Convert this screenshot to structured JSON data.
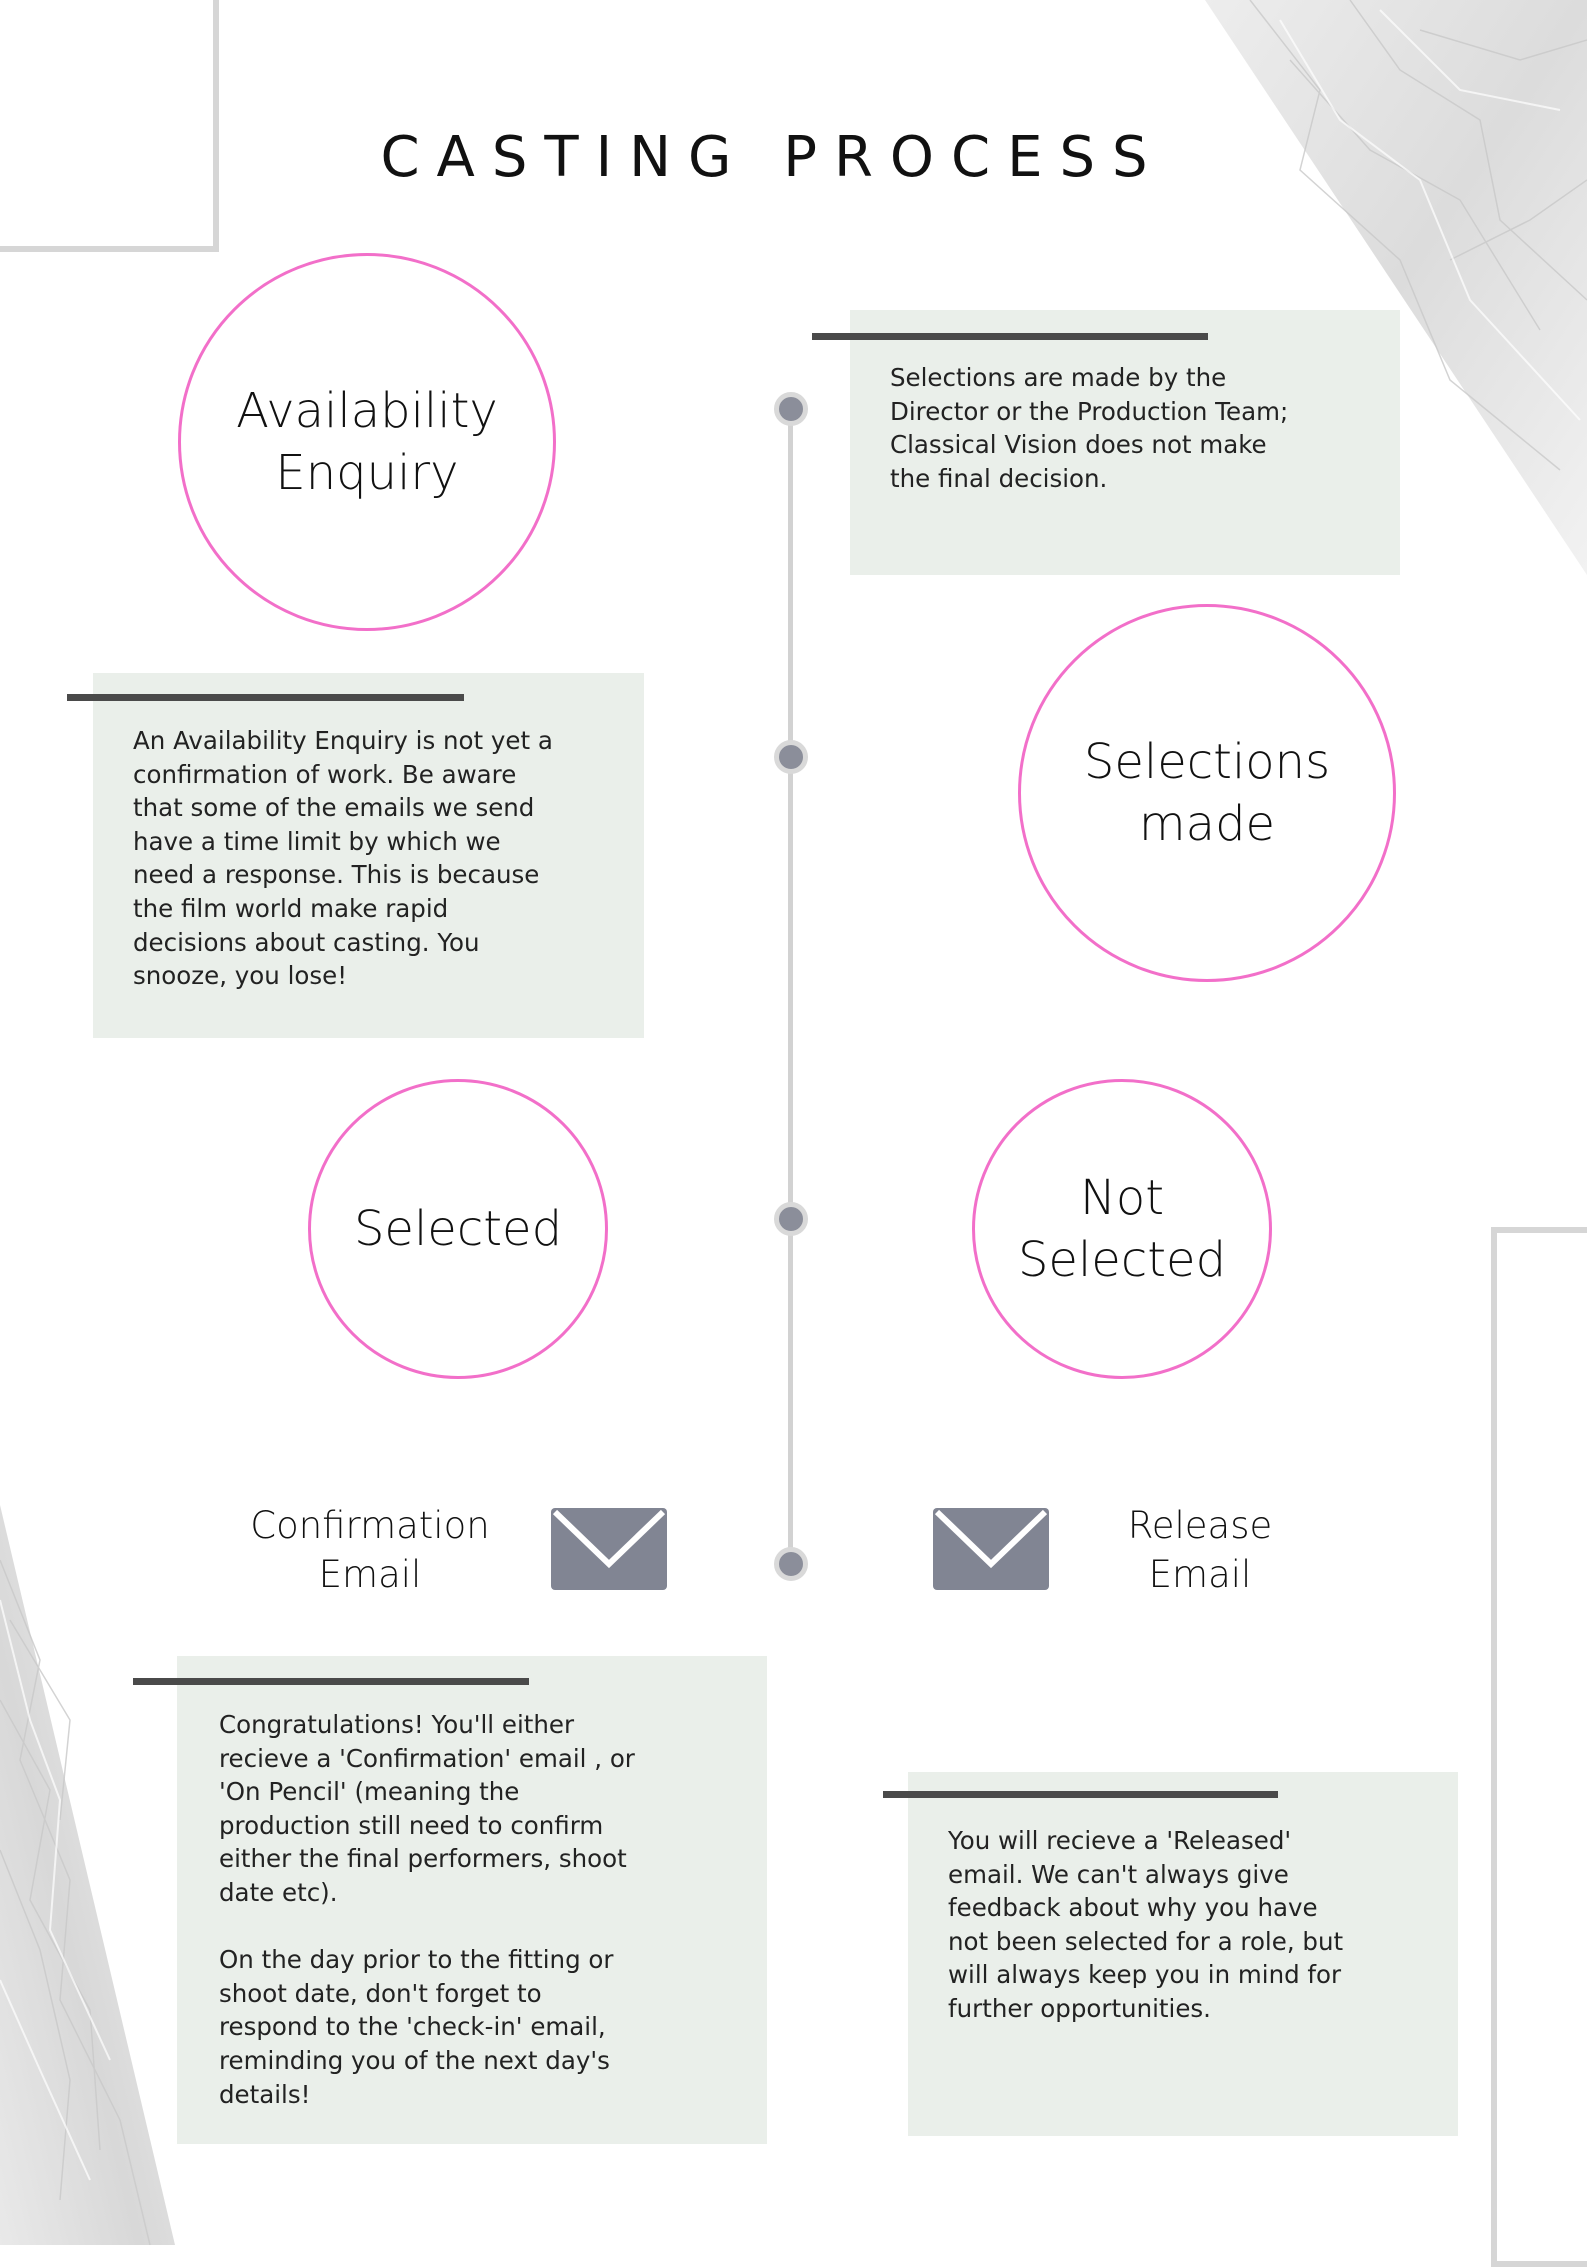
{
  "title": "CASTING PROCESS",
  "circles": {
    "availability": "Availability\nEnquiry",
    "selections": "Selections\nmade",
    "selected": "Selected",
    "not_selected": "Not\nSelected"
  },
  "cards": {
    "selections_info": "Selections are made by the\nDirector or the Production Team;\nClassical Vision does not make\nthe final decision.",
    "availability_info": "An Availability Enquiry is not yet a\nconfirmation of work. Be aware\nthat some of the emails we send\nhave a time limit by which we\nneed a response. This is because\nthe film world make rapid\ndecisions about casting. You\nsnooze, you lose!",
    "confirmation_info": "Congratulations! You'll either\nrecieve a 'Confirmation' email , or\n 'On Pencil' (meaning the\nproduction still need to confirm\neither the final performers, shoot\ndate etc).\n\nOn the day prior to the fitting or\nshoot date, don't forget to\nrespond to the 'check-in' email,\nreminding you of the next day's\ndetails!",
    "release_info": "You will recieve a 'Released'\nemail. We can't always give\nfeedback about why you have\nnot been selected for a role, but\nwill always keep you in mind for\nfurther opportunities."
  },
  "emails": {
    "confirmation": "Confirmation\nEmail",
    "release": "Release\nEmail"
  },
  "icons": {
    "envelope": "envelope-icon",
    "timeline_node": "circle-node"
  },
  "colors": {
    "circle_border": "#f26fc9",
    "card_background": "#eaefea",
    "card_bar": "#4a4a4a",
    "envelope": "#818593",
    "timeline": "#d2d2d2"
  }
}
